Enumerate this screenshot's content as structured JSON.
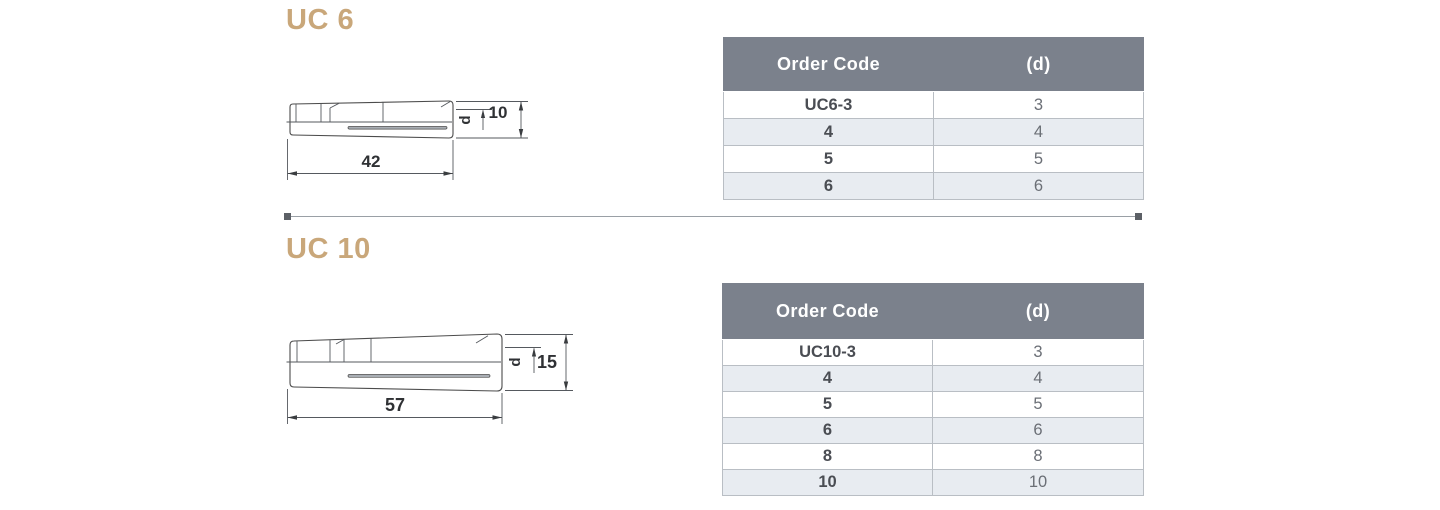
{
  "colors": {
    "title": "#c9a77a",
    "table_header_bg": "#7b818c",
    "table_header_text": "#ffffff",
    "row_alt_bg": "#e8ecf1",
    "row_text_primary": "#4a4d53",
    "row_text_secondary": "#6b6f76",
    "drawing_stroke": "#4c4c4c",
    "divider": "#9aa0a6"
  },
  "sections": [
    {
      "title": "UC 6",
      "drawing": {
        "length": "42",
        "diameter": "10",
        "bore": "d"
      },
      "table": {
        "headers": [
          "Order Code",
          "(d)"
        ],
        "rows": [
          [
            "UC6-3",
            "3"
          ],
          [
            "4",
            "4"
          ],
          [
            "5",
            "5"
          ],
          [
            "6",
            "6"
          ]
        ]
      }
    },
    {
      "title": "UC 10",
      "drawing": {
        "length": "57",
        "diameter": "15",
        "bore": "d"
      },
      "table": {
        "headers": [
          "Order Code",
          "(d)"
        ],
        "rows": [
          [
            "UC10-3",
            "3"
          ],
          [
            "4",
            "4"
          ],
          [
            "5",
            "5"
          ],
          [
            "6",
            "6"
          ],
          [
            "8",
            "8"
          ],
          [
            "10",
            "10"
          ]
        ]
      }
    }
  ]
}
